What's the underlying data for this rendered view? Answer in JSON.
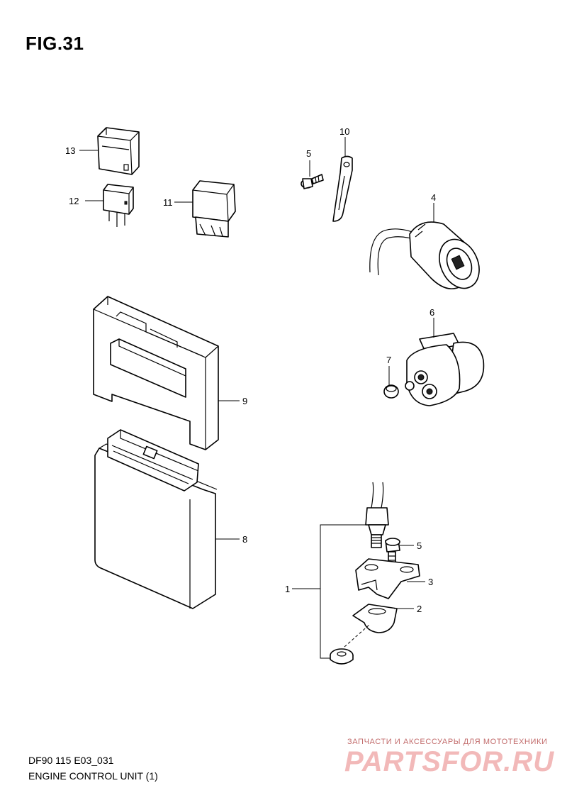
{
  "figure": {
    "title": "FIG.31"
  },
  "footer": {
    "code": "DF90 115 E03_031",
    "title": "ENGINE CONTROL UNIT (1)"
  },
  "watermark": {
    "tagline": "ЗАПЧАСТИ И АКСЕССУАРЫ ДЛЯ МОТОТЕХНИКИ",
    "brand": "PARTSFOR.RU",
    "color": "#e8a0a0"
  },
  "callouts": {
    "c1": "1",
    "c2": "2",
    "c3": "3",
    "c4": "4",
    "c5a": "5",
    "c5b": "5",
    "c6": "6",
    "c7": "7",
    "c8": "8",
    "c9": "9",
    "c10": "10",
    "c11": "11",
    "c12": "12",
    "c13": "13"
  }
}
